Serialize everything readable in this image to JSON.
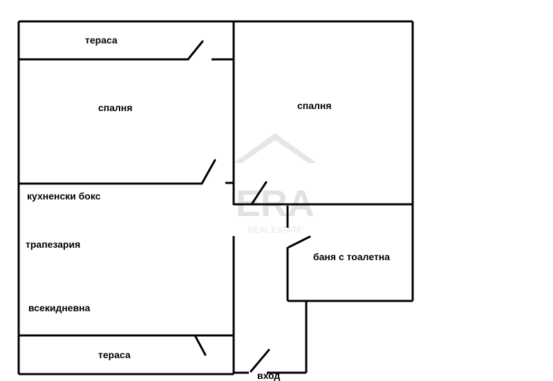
{
  "rooms": {
    "terrace_top": "тераса",
    "bedroom_left": "спалня",
    "bedroom_right": "спалня",
    "kitchenette": "кухненски бокс",
    "dining": "трапезария",
    "living": "всекидневна",
    "bathroom": "баня с тоалетна",
    "terrace_bottom": "тераса",
    "entrance": "вход"
  },
  "watermark": {
    "brand": "ERA",
    "tagline": "REAL ESTATE"
  },
  "colors": {
    "walls": "#000000",
    "background": "#ffffff",
    "watermark": "#e4e4e4"
  }
}
